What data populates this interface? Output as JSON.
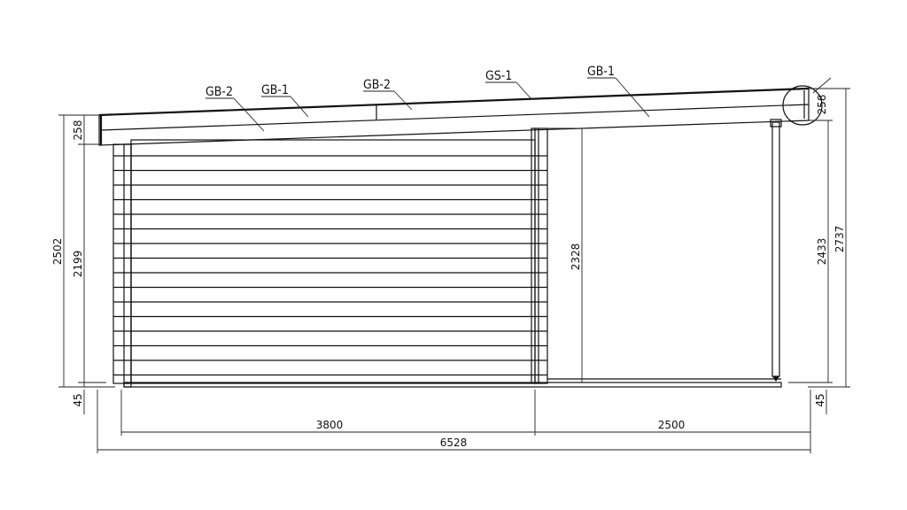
{
  "labels": {
    "gb2_left": "GB-2",
    "gb1_left": "GB-1",
    "gb2_mid": "GB-2",
    "gs1": "GS-1",
    "gb1_right": "GB-1"
  },
  "dimensions": {
    "left_roof_height": "258",
    "left_total_height": "2502",
    "left_wall_height": "2199",
    "left_base": "45",
    "opening_height": "2328",
    "right_post_height": "2433",
    "right_total_height": "2737",
    "right_roof_height": "258",
    "right_base": "45",
    "closed_width": "3800",
    "open_width": "2500",
    "total_width": "6528"
  }
}
